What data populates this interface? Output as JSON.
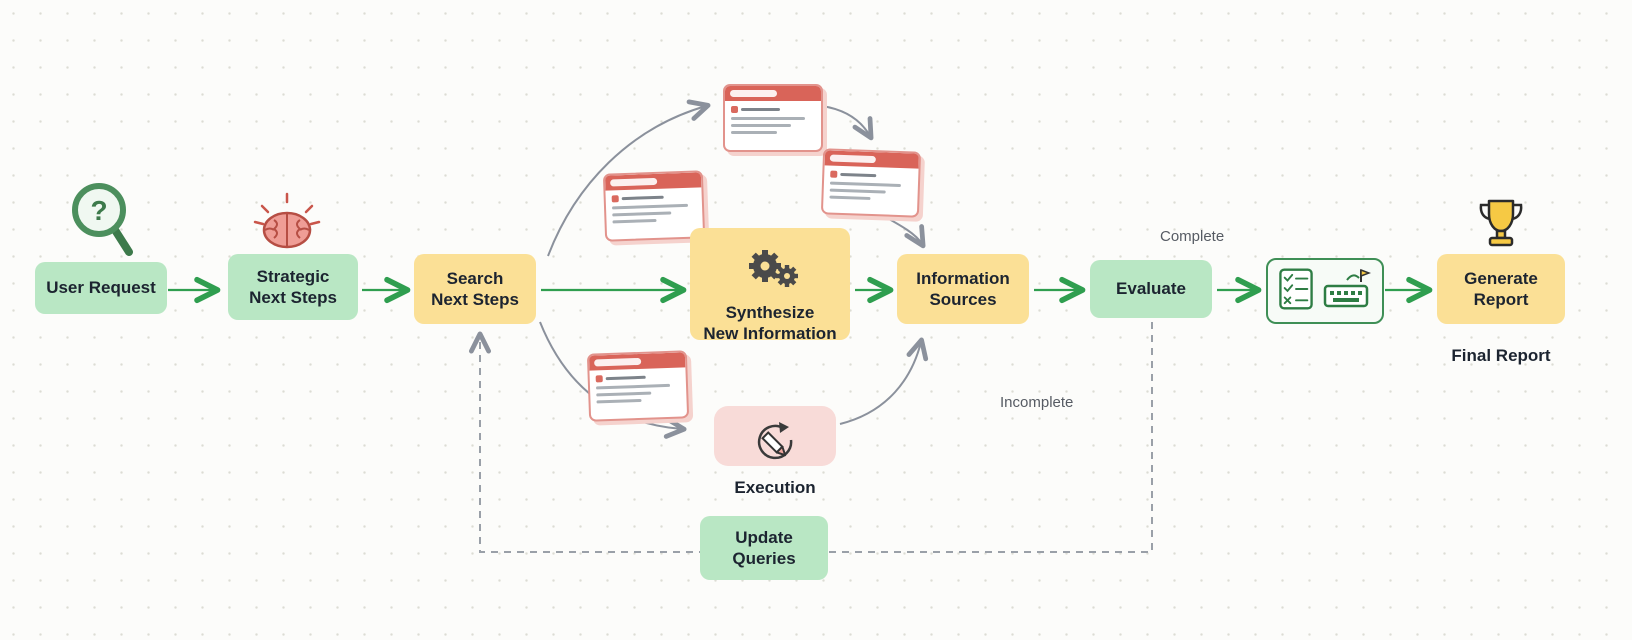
{
  "diagram_title": "Research agent loop diagram",
  "nodes": {
    "user_request": {
      "label": "User Request"
    },
    "strategic_next_steps": {
      "label": "Strategic\nNext Steps"
    },
    "search_next_steps": {
      "label": "Search\nNext Steps"
    },
    "synthesize": {
      "label": "Synthesize\nNew Information"
    },
    "information_sources": {
      "label": "Information\nSources"
    },
    "evaluate": {
      "label": "Evaluate"
    },
    "generate_report": {
      "label": "Generate\nReport"
    },
    "update_queries": {
      "label": "Update\nQueries"
    }
  },
  "annotations": {
    "complete": "Complete",
    "incomplete": "Incomplete",
    "execution": "Execution",
    "final_report": "Final Report"
  },
  "icons": {
    "magnifier_question": "magnifying glass with question mark",
    "brain": "thinking brain with rays",
    "gears": "two gears",
    "web_pages": "browser window mockups",
    "pencil_loop": "circular arrow with pencil",
    "checklist": "clipboard checklist",
    "keyboard_flag": "keyboard with pennant",
    "trophy": "trophy cup"
  },
  "colors": {
    "node_green": "#b9e7c4",
    "node_yellow": "#fbe096",
    "node_pink": "#f8dbd8",
    "arrow_green": "#2f9e4f",
    "arrow_gray": "#8b919c",
    "browser_red": "#d96459",
    "text": "#1c2430"
  }
}
